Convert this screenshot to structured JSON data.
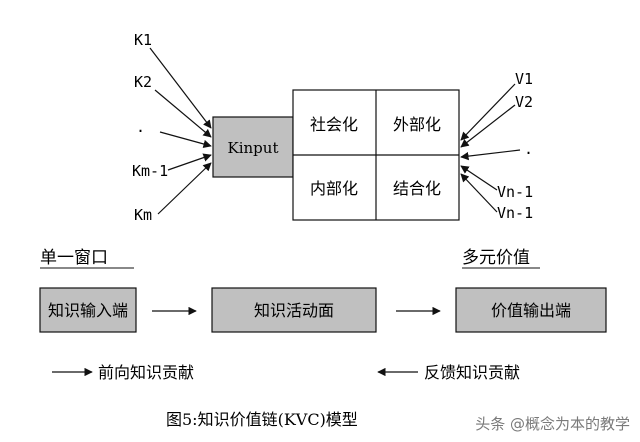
{
  "inputs": [
    "K1",
    "K2",
    ".",
    "Km-1",
    "Km"
  ],
  "outputs": [
    "V1",
    "V2",
    ".",
    "Vn-1",
    "Vn-1"
  ],
  "kinput": "Kinput",
  "matrix": [
    "社会化",
    "外部化",
    "内部化",
    "结合化"
  ],
  "single_window": "单一窗口",
  "multi_value": "多元价值",
  "nodes": [
    "知识输入端",
    "知识活动面",
    "价值输出端"
  ],
  "legend_forward": "前向知识贡献",
  "legend_feedback": "反馈知识贡献",
  "caption": "图5:知识价值链(KVC)模型",
  "watermark": "头条 @概念为本的教学",
  "colors": {
    "box_fill": "#c0c0c0",
    "stroke": "#111111",
    "white": "#ffffff"
  }
}
